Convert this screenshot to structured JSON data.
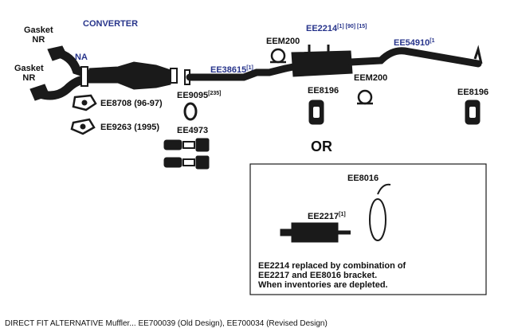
{
  "labels": {
    "gasket_nr_1": [
      "Gasket",
      "NR"
    ],
    "gasket_nr_2": [
      "Gasket",
      "NR"
    ],
    "na": "NA",
    "converter": "CONVERTER",
    "ee2214": "EE2214",
    "ee2214_refs": "[1] [90] [15]",
    "eem200_a": "EEM200",
    "eem200_b": "EEM200",
    "ee54910": "EE54910",
    "ee54910_ref": "[1",
    "ee38615": "EE38615",
    "ee38615_ref": "[1]",
    "ee8196_a": "EE8196",
    "ee8196_b": "EE8196",
    "ee8708": "EE8708 (96-97)",
    "ee9263": "EE9263 (1995)",
    "ee9095": "EE9095",
    "ee9095_ref": "[235]",
    "ee4973": "EE4973",
    "or": "OR",
    "ee8016": "EE8016",
    "ee2217": "EE2217",
    "ee2217_ref": "[1]"
  },
  "note_lines": [
    "EE2214 replaced by combination of",
    "EE2217 and EE8016 bracket.",
    "When inventories are depleted."
  ],
  "footer": "DIRECT FIT ALTERNATIVE Muffler... EE700039 (Old Design), EE700034 (Revised Design)",
  "colors": {
    "part_label": "#27348b",
    "ink": "#111111"
  }
}
